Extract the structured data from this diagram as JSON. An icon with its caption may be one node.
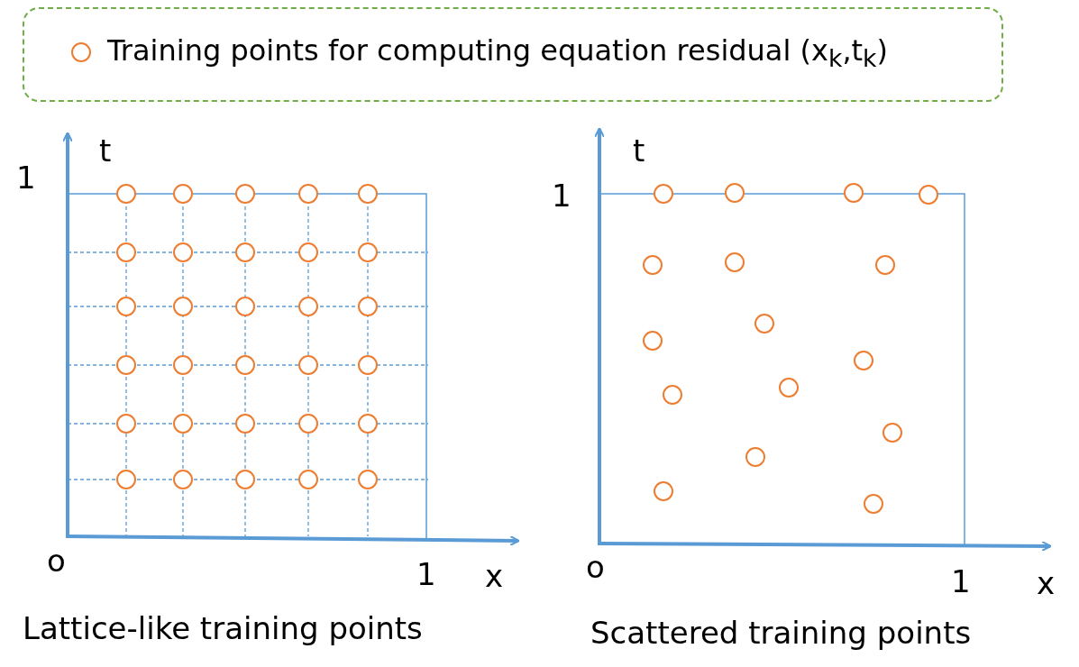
{
  "diagram": {
    "labels": [
      "t",
      "1",
      "o",
      "1",
      "x",
      "Lattice-like training points",
      "t",
      "1",
      "o",
      "1",
      "x",
      "Scattered training points"
    ],
    "legend": [
      {
        "text": "Training points for computing equation residual (x$_{k}$,t$_{k}$)"
      }
    ]
  }
}
